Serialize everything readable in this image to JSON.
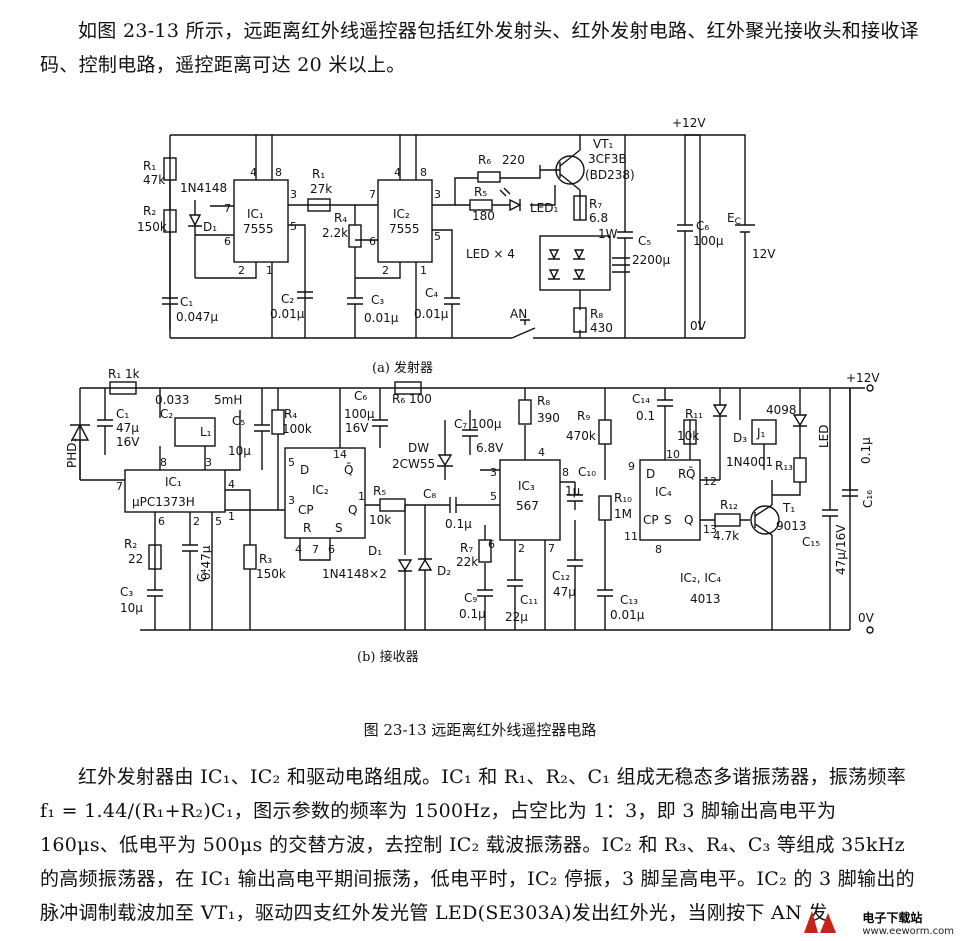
{
  "intro": "如图 23-13 所示，远距离红外线遥控器包括红外发射头、红外发射电路、红外聚光接收头和接收译码、控制电路，遥控距离可达 20 米以上。",
  "figure_caption": "图 23-13   远距离红外线遥控器电路",
  "subcaption_a": "(a)  发射器",
  "subcaption_b": "(b)  接收器",
  "body_text": "红外发射器由 IC₁、IC₂ 和驱动电路组成。IC₁ 和 R₁、R₂、C₁ 组成无稳态多谐振荡器，振荡频率 f₁ = 1.44/(R₁+R₂)C₁，图示参数的频率为 1500Hz，占空比为 1：3，即 3 脚输出高电平为 160μs、低电平为 500μs 的交替方波，去控制 IC₂ 载波振荡器。IC₂ 和 R₃、R₄、C₃ 等组成 35kHz 的高频振荡器，在 IC₁ 输出高电平期间振荡，低电平时，IC₂ 停振，3 脚呈高电平。IC₂ 的 3 脚输出的脉冲调制载波加至 VT₁，驱动四支红外发光管 LED(SE303A)发出红外光，当刚按下 AN 发",
  "watermark": {
    "brand": "电子下载站",
    "url": "www.eeworm.com"
  },
  "transmitter": {
    "labels": {
      "r1": "R₁",
      "r1v": "47k",
      "d": "1N4148",
      "r2": "R₂",
      "r2v": "150k",
      "d1": "D₁",
      "ic1": "IC₁",
      "ic1v": "7555",
      "c1": "C₁",
      "c1v": "0.047μ",
      "r3": "R₁",
      "r3v": "27k",
      "c2": "C₂",
      "c2v": "0.01μ",
      "r4": "R₄",
      "r4v": "2.2k",
      "c3": "C₃",
      "c3v": "0.01μ",
      "ic2": "IC₂",
      "ic2v": "7555",
      "c4": "C₄",
      "c4v": "0.01μ",
      "r6": "R₆",
      "r6v": "220",
      "r5": "R₅",
      "r5v": "180",
      "led1": "LED₁",
      "vt1": "VT₁",
      "vt1v": "3CF3B",
      "vt1v2": "(BD238)",
      "r7": "R₇",
      "r7v": "6.8",
      "r7w": "1W",
      "ledx4": "LED × 4",
      "an": "AN",
      "r8": "R₈",
      "r8v": "430",
      "c5": "C₅",
      "c5v": "2200μ",
      "c6": "C₆",
      "c6v": "100μ",
      "ec": "E",
      "ecsub": "C",
      "ecv": "12V",
      "vplus": "+12V",
      "v0": "0V",
      "p4a": "4",
      "p8a": "8",
      "p7a": "7",
      "p6a": "6",
      "p3a": "3",
      "p5a": "5",
      "p2a": "2",
      "p1a": "1",
      "p4b": "4",
      "p8b": "8",
      "p7b": "7",
      "p6b": "6",
      "p3b": "3",
      "p5b": "5",
      "p2b": "2",
      "p1b": "1"
    }
  },
  "receiver": {
    "labels": {
      "r1": "R₁ 1k",
      "c0": "0.033",
      "l5": "5mH",
      "c2": "C₂",
      "l1": "L₁",
      "c1": "C₁",
      "c1v": "47μ",
      "c1v2": "16V",
      "phd": "PHD₁",
      "c5": "C₅",
      "c5v": "10μ",
      "ic1": "IC₁",
      "ic1v": "μPC1373H",
      "r2": "R₂",
      "r2v": "22",
      "c3": "C₃",
      "c3v": "10μ",
      "c4": "C₄",
      "c4v": "0.47μ",
      "r3": "R₃",
      "r3v": "150k",
      "r4": "R₄",
      "r4v": "100k",
      "ic2": "IC₂",
      "cp": "CP",
      "q": "Q",
      "qbar": "Q̄",
      "d": "D",
      "s": "S",
      "r": "R",
      "c6": "C₆",
      "c6v": "100μ",
      "c6v2": "16V",
      "r6": "R₆ 100",
      "c7": "C₇ 100μ",
      "dw": "DW",
      "dwv": "2CW55",
      "dwv2": "6.8V",
      "r5": "R₅",
      "r5v": "10k",
      "c8": "C₈",
      "c8v": "0.1μ",
      "diodes": "1N4148×2",
      "d1": "D₁",
      "d2": "D₂",
      "r8": "R₈",
      "r8v": "390",
      "ic3": "IC₃",
      "ic3v": "567",
      "r7": "R₇",
      "r7v": "22k",
      "c9": "C₉",
      "c9v": "0.1μ",
      "c11": "C₁₁",
      "c11v": "22μ",
      "c12": "C₁₂",
      "c12v": "47μ",
      "c10": "C₁₀",
      "c10v": "1μ",
      "r9": "R₉",
      "r9v": "470k",
      "r10": "R₁₀",
      "r10v": "1M",
      "c13": "C₁₃",
      "c13v": "0.01μ",
      "c14": "C₁₄",
      "c14v": "0.1",
      "r11": "R₁₁",
      "r11v": "10k",
      "d3": "D₃",
      "j1": "J₁",
      "ic4": "IC₄",
      "d1n": "1N4001",
      "ic4note": "IC₂, IC₄",
      "ic4note2": "4013",
      "r12": "R₁₂",
      "r12v": "4.7k",
      "t1": "T₁",
      "t1v": "9013",
      "r13": "R₁₃",
      "chip4098": "4098",
      "led": "LED",
      "c15": "C₁₅",
      "c15v": "47μ/16V",
      "c16": "C₁₆",
      "c16v": "0.1μ",
      "vplus": "+12V",
      "v0": "0V",
      "p8": "8",
      "p7": "7",
      "p4": "4",
      "p3": "3",
      "p1": "1",
      "p6": "6",
      "p2": "2",
      "p5": "5",
      "ip5": "5",
      "ip14": "14",
      "ip3": "3",
      "ip1": "1",
      "ip4": "4",
      "ip7": "7",
      "ip6": "6",
      "i3p8": "8",
      "i3p4": "4",
      "i3p3": "3",
      "i3p5": "5",
      "i3p6": "6",
      "i3p2": "2",
      "i3p7": "7",
      "i4p9": "9",
      "i4p10": "10",
      "i4p12": "12",
      "i4p11": "11",
      "i4p13": "13",
      "i4p8": "8"
    }
  }
}
